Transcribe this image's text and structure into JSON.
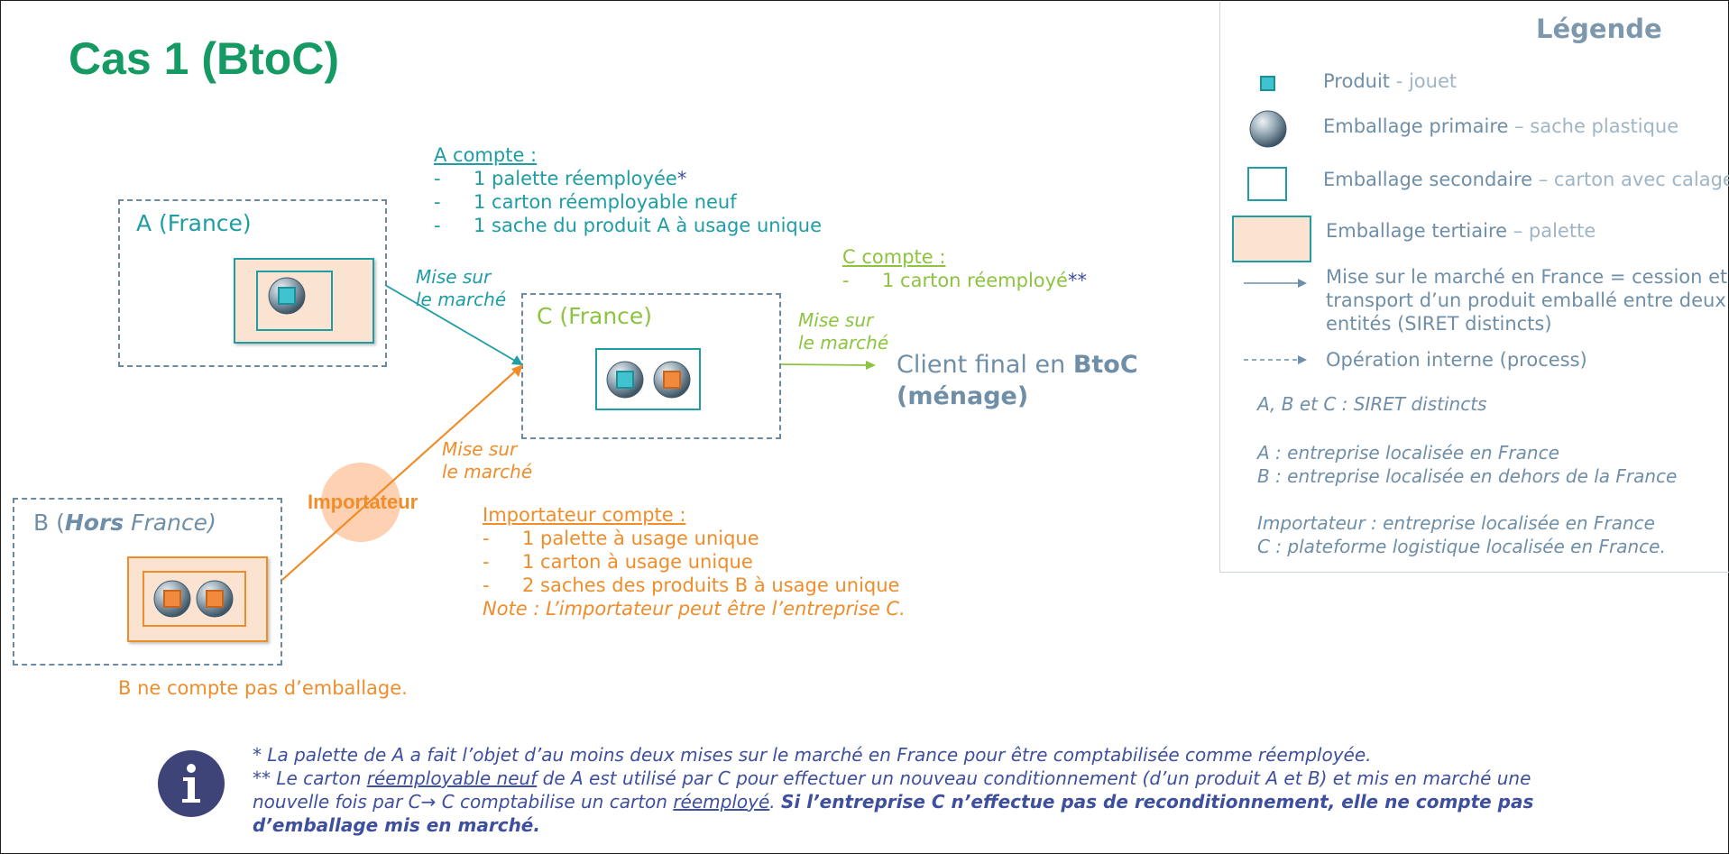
{
  "title": "Cas 1 (BtoC)",
  "entities": {
    "a": "A (France)",
    "c": "C (France)",
    "b_open": "B (",
    "b_hors": "Hors",
    "b_rest": " France)",
    "b_note": "B ne compte pas d’emballage.",
    "importateur": "Importateur",
    "client_line1_a": "Client final en ",
    "client_line1_b": "BtoC",
    "client_line2": "(ménage)"
  },
  "flows": {
    "a_to_c": [
      "Mise sur",
      "le marché"
    ],
    "c_to_client": [
      "Mise sur",
      "le marché"
    ],
    "b_to_c": [
      "Mise sur",
      "le marché"
    ]
  },
  "counts": {
    "a": {
      "head": "A compte :",
      "bullet": "-",
      "items": [
        "1 palette réemployée",
        "1 carton réemployable neuf",
        "1 sache du produit A à usage unique"
      ],
      "star": "*"
    },
    "c": {
      "head": "C compte :",
      "bullet": "-",
      "items": [
        "1 carton réemployé"
      ],
      "star": "**"
    },
    "importateur": {
      "head": "Importateur compte :",
      "bullet": "-",
      "items": [
        "1 palette à usage unique",
        "1 carton à usage unique",
        "2 saches des produits B à usage unique"
      ],
      "note": "Note : L’importateur peut être l’entreprise C."
    }
  },
  "legend": {
    "title": "Légende",
    "produit": [
      "Produit",
      " - jouet"
    ],
    "primaire": [
      "Emballage primaire",
      " – sache plastique"
    ],
    "secondaire": [
      "Emballage secondaire",
      " – carton avec calage"
    ],
    "tertiaire": [
      "Emballage tertiaire",
      " – palette"
    ],
    "mise_marche": [
      "Mise sur le marché en France = cession et",
      "transport d’un produit emballé entre deux",
      "entités (SIRET distincts)"
    ],
    "interne": "Opération interne (process)",
    "notes": [
      "A, B et C : SIRET distincts",
      "A : entreprise localisée en France",
      "B : entreprise localisée en dehors de la France",
      "Importateur : entreprise localisée en France",
      "C : plateforme logistique localisée en France."
    ]
  },
  "footnote": {
    "line1": "* La palette de A a fait l’objet d’au moins deux mises sur le marché en France pour être comptabilisée comme réemployée.",
    "line2_a": "** Le carton ",
    "line2_u": "réemployable neuf",
    "line2_b": " de A est utilisé par C pour effectuer un nouveau conditionnement (d’un produit A et B) et mis en marché une",
    "line3_a": "nouvelle fois par C→ C comptabilise un carton ",
    "line3_u": "réemployé",
    "line3_b": ". ",
    "line3_bold": "Si l’entreprise C n’effectue pas de reconditionnement, elle ne compte pas",
    "line4_bold": "d’emballage mis en marché."
  },
  "colors": {
    "teal": "#1e9da5",
    "slate": "#6f8ea7",
    "green": "#8cc43f",
    "orange": "#ef8d2a",
    "title_green": "#159a64",
    "note_blue": "#3e4f9e",
    "pallet_fill": "#fbe3d1"
  },
  "icons": {
    "info": "info-icon"
  }
}
